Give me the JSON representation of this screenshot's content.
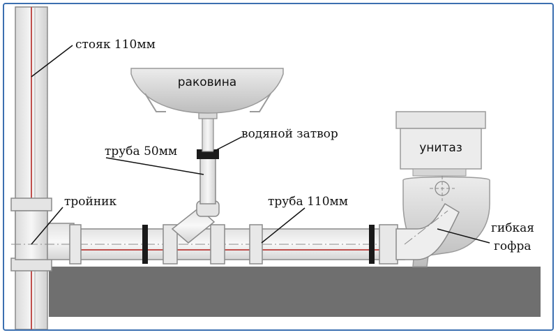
{
  "labels": {
    "riser": "стояк 110мм",
    "sink": "раковина",
    "water_seal": "водяной затвор",
    "pipe_50": "труба 50мм",
    "tee": "тройник",
    "pipe_110": "труба 110мм",
    "toilet": "унитаз",
    "flex_line1": "гибкая",
    "flex_line2": "гофра"
  },
  "colors": {
    "pipe_fill": "#ececec",
    "pipe_stroke": "#8a8a8a",
    "floor": "#6f6f6f",
    "seal_ring": "#1a1a1a",
    "red_line": "#c0504d",
    "frame": "#3b6fb0"
  }
}
